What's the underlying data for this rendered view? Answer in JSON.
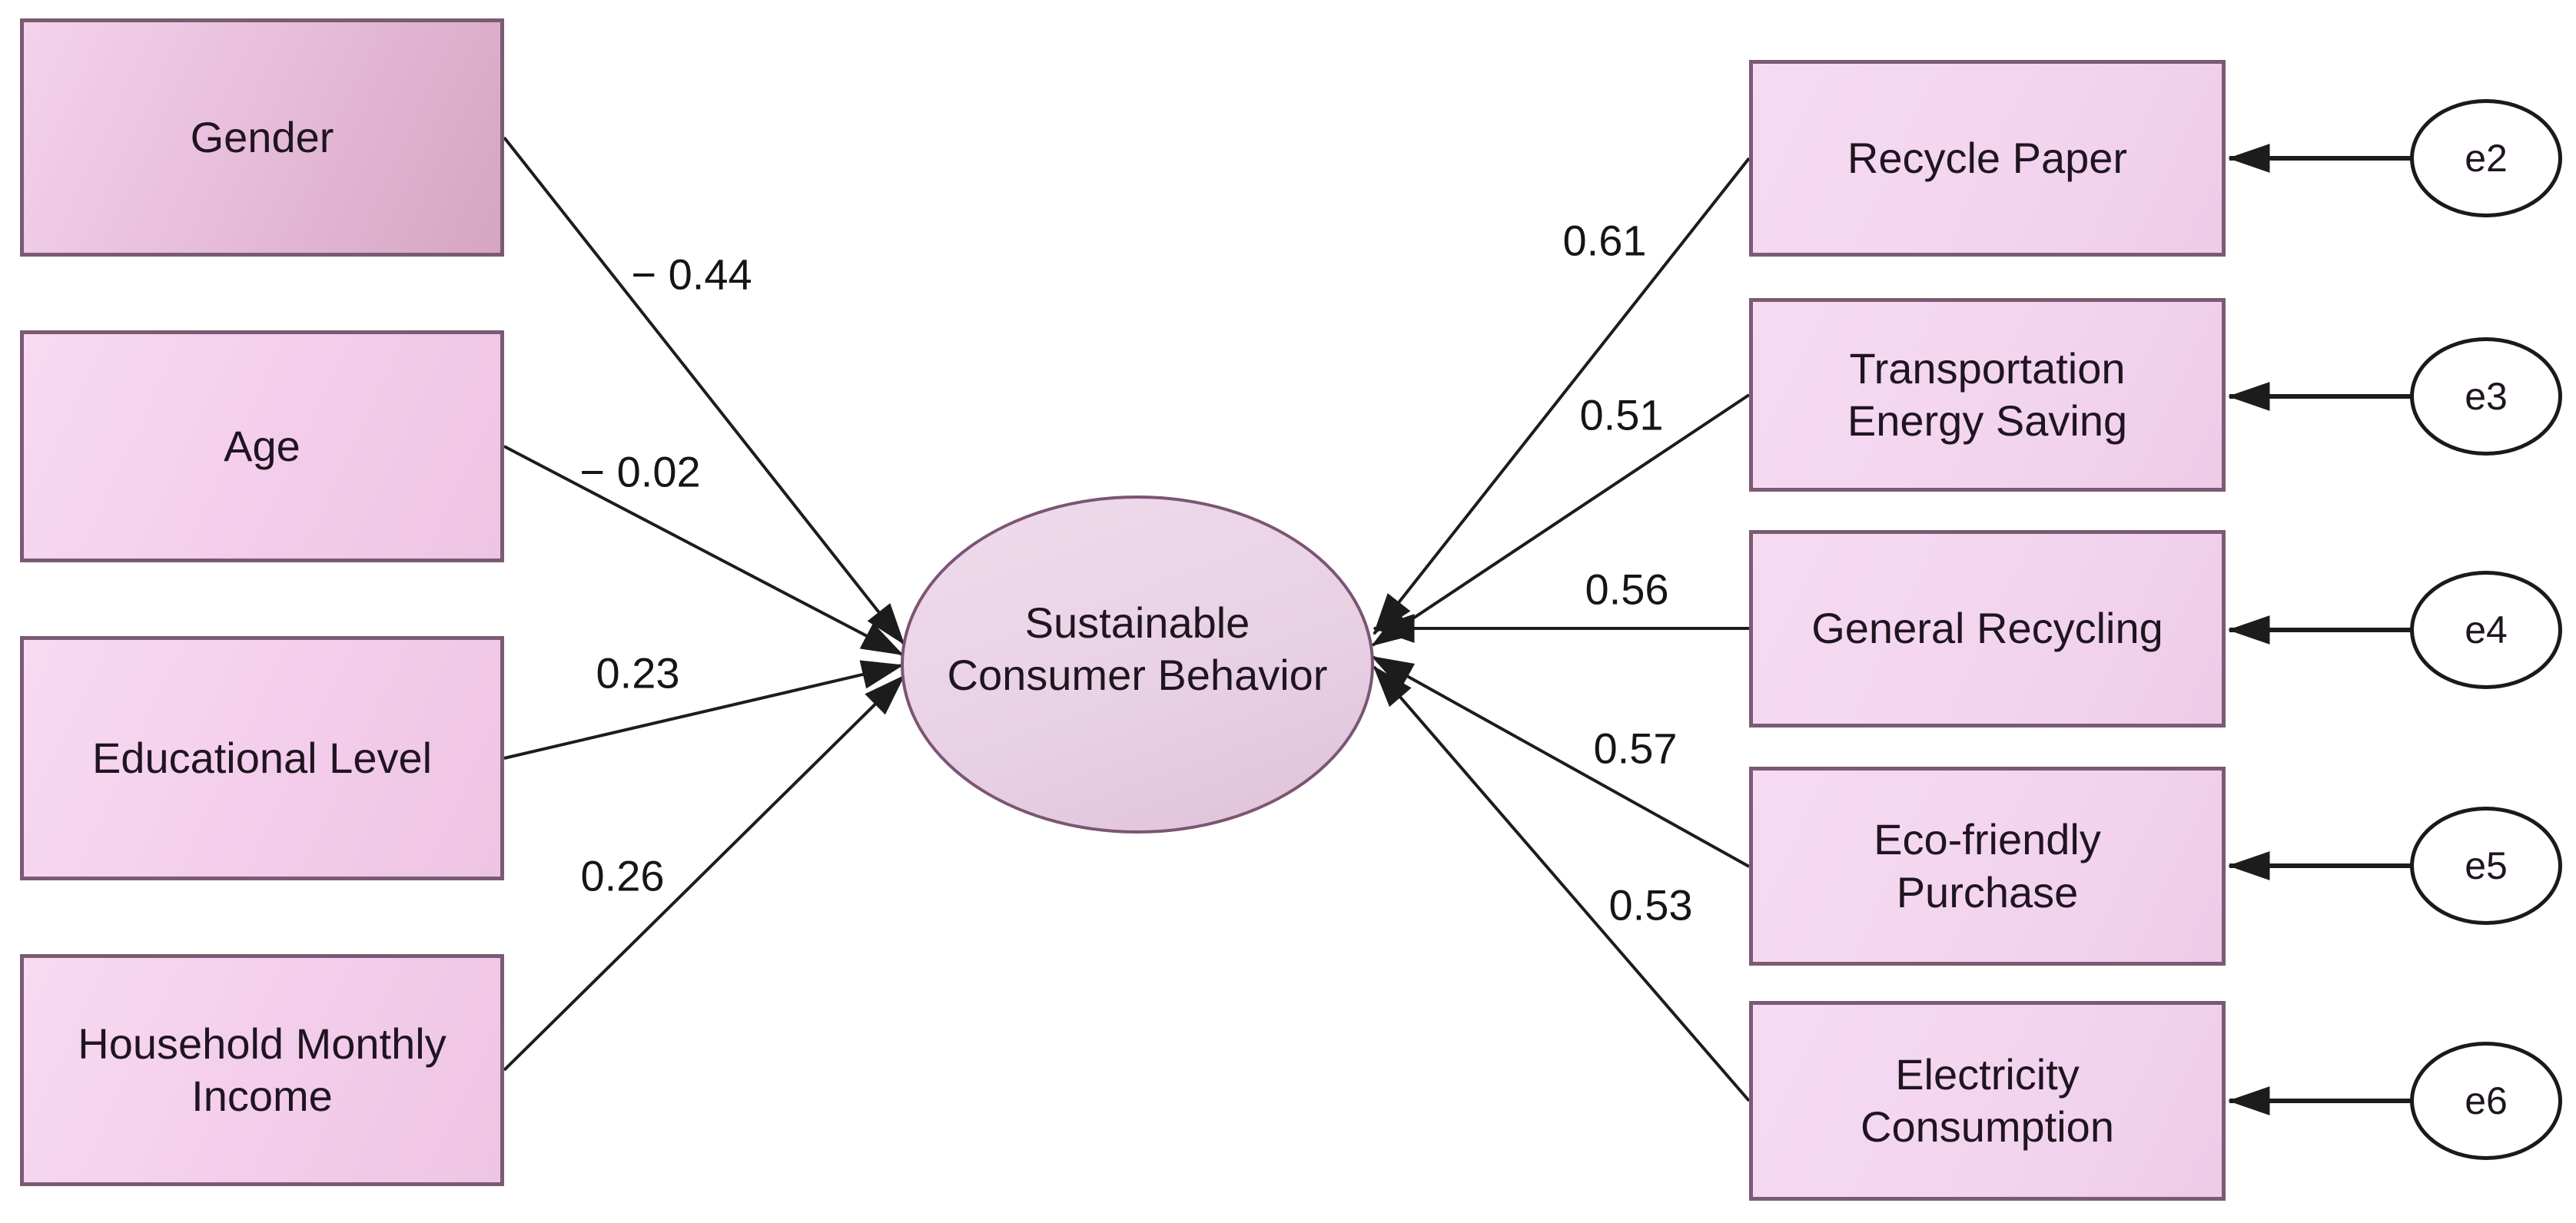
{
  "latent": {
    "label": "Sustainable\nConsumer Behavior"
  },
  "predictors": [
    {
      "label": "Gender",
      "coefficient": "− 0.44"
    },
    {
      "label": "Age",
      "coefficient": "− 0.02"
    },
    {
      "label": "Educational Level",
      "coefficient": "0.23"
    },
    {
      "label": "Household Monthly\nIncome",
      "coefficient": "0.26"
    }
  ],
  "indicators": [
    {
      "label": "Recycle Paper",
      "coefficient": "0.61",
      "error_term": "e2"
    },
    {
      "label": "Transportation\nEnergy Saving",
      "coefficient": "0.51",
      "error_term": "e3"
    },
    {
      "label": "General Recycling",
      "coefficient": "0.56",
      "error_term": "e4"
    },
    {
      "label": "Eco-friendly\nPurchase",
      "coefficient": "0.57",
      "error_term": "e5"
    },
    {
      "label": "Electricity\nConsumption",
      "coefficient": "0.53",
      "error_term": "e6"
    }
  ],
  "colors": {
    "background": "#ffffff",
    "box_fill": "#f4d2ee",
    "gender_fill_dark": "#d5a5c1",
    "box_border": "#7b5a73",
    "latent_fill": "#e9d1e4",
    "latent_border": "#7b5573",
    "error_border": "#1a1a1a",
    "line": "#1c1c1c",
    "text": "#1f1520"
  }
}
